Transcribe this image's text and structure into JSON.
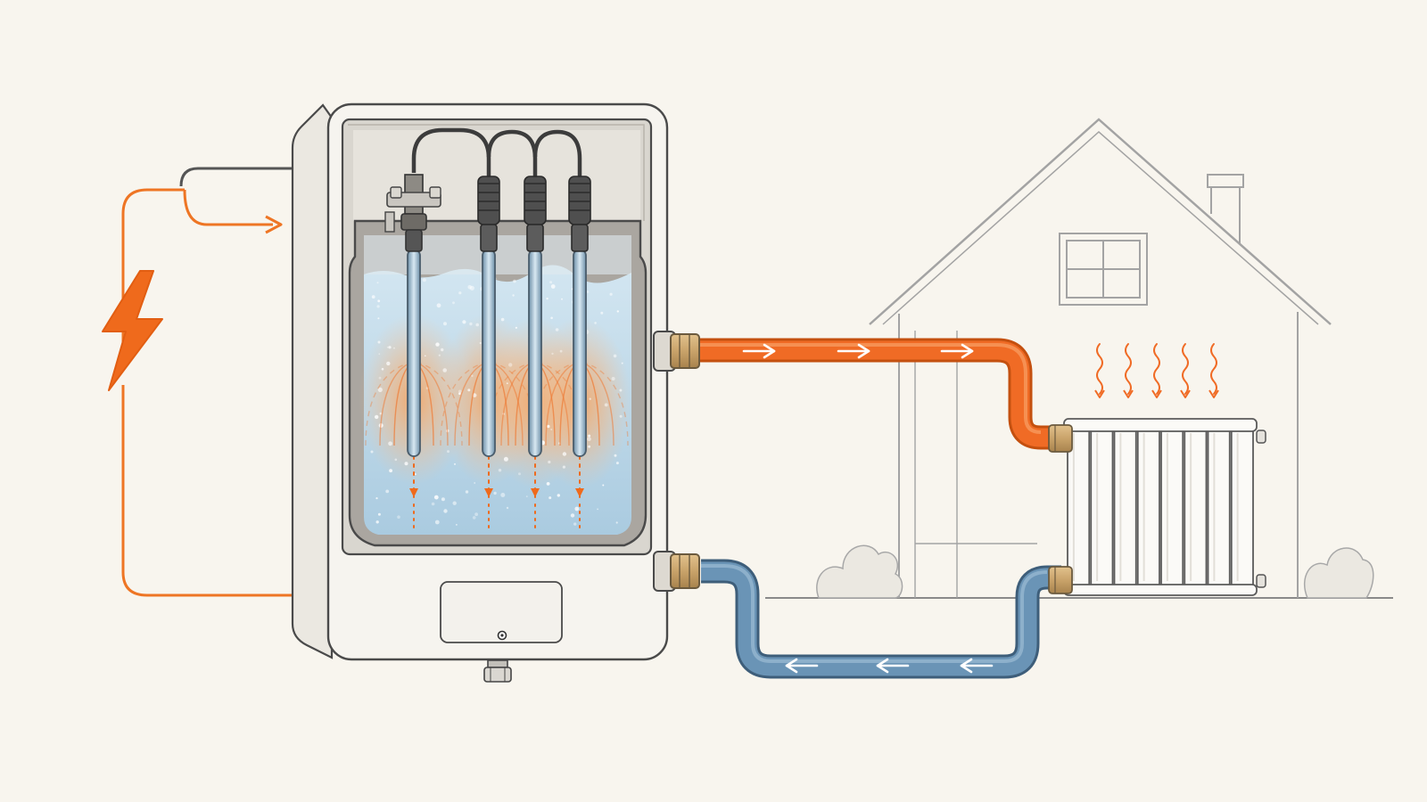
{
  "colors": {
    "background": "#f8f5ee",
    "hot_pipe": "#f06b25",
    "cold_pipe": "#5d87aa",
    "power_line": "#ee7524",
    "water_fill": "#bcd6e6",
    "brass": "#c9a36a",
    "outline": "#4a4a4a",
    "house_line": "#9a9a9a"
  },
  "icons": {
    "power": "lightning-bolt-icon",
    "flow_hot": "arrow-right-icon",
    "flow_cold": "arrow-left-icon",
    "heat_emission": "wavy-arrow-down-icon"
  },
  "diagram": {
    "components": [
      "electric-boiler",
      "immersion-electrodes",
      "water-tank",
      "flow-pipe",
      "return-pipe",
      "radiator",
      "house",
      "power-supply"
    ],
    "electrode_count": 4,
    "radiator_fins": 8,
    "heat_wave_count": 5,
    "hot_flow_arrow_count": 3,
    "cold_flow_arrow_count": 3
  }
}
